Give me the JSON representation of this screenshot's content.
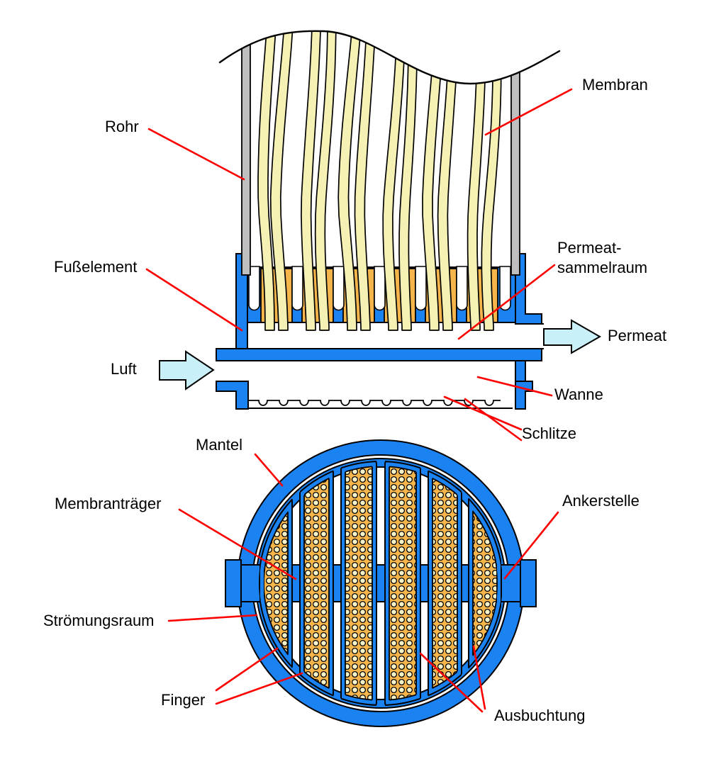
{
  "figure": {
    "type": "technical-diagram",
    "language": "de",
    "subject": "Membran-Filtrationsmodul (Seitenansicht oben, Querschnitt unten)"
  },
  "top_view": {
    "labels": {
      "rohr": "Rohr",
      "membran": "Membran",
      "fusselement": "Fußelement",
      "luft": "Luft",
      "permeat_sammelraum": "Permeat-\nsammelraum",
      "permeat": "Permeat",
      "wanne": "Wanne",
      "schlitze": "Schlitze"
    }
  },
  "cross_section": {
    "labels": {
      "mantel": "Mantel",
      "membrantraeger": "Membranträger",
      "ankerstelle": "Ankerstelle",
      "stroemungsraum": "Strömungsraum",
      "finger": "Finger",
      "ausbuchtung": "Ausbuchtung"
    }
  },
  "icons": {
    "luft_arrow": "right-arrow-icon",
    "permeat_arrow": "right-arrow-icon"
  },
  "colors": {
    "module_blue": "#1B82F2",
    "carrier_orange": "#F5B54A",
    "membrane_yellow": "#F5F0B4",
    "membrane_dot_yellow": "#F7F3C9",
    "flow_arrow_cyan": "#C9EFF9",
    "pipe_gray": "#BFBFBF",
    "leader_line_red": "#FF0000",
    "outline_black": "#000000"
  }
}
